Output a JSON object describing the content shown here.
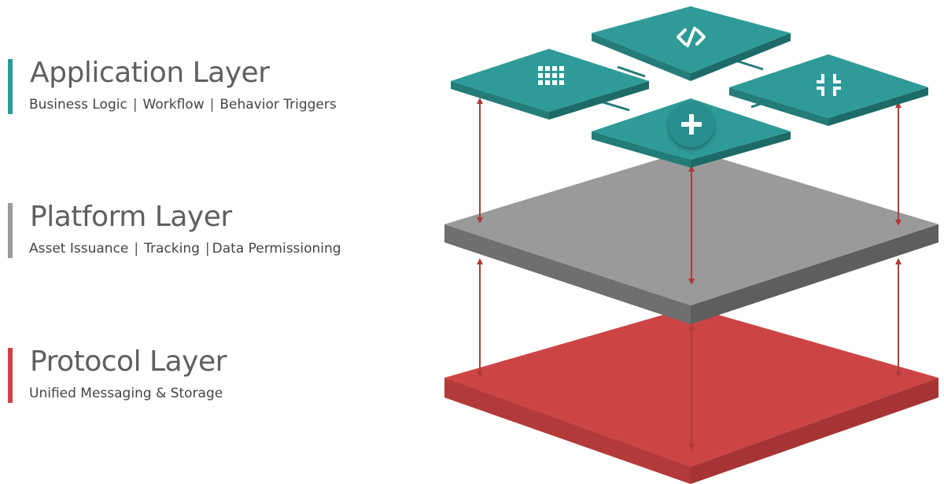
{
  "colors": {
    "application": "#2e9b98",
    "platform": "#9a9a9a",
    "protocol": "#cc4444",
    "arrow": "#b03a3a",
    "title_text": "#5f5f5f",
    "sub_text": "#444444"
  },
  "layers": [
    {
      "id": "application",
      "title": "Application Layer",
      "items": [
        "Business Logic",
        "Workflow",
        "Behavior Triggers"
      ]
    },
    {
      "id": "platform",
      "title": "Platform Layer",
      "items": [
        "Asset Issuance",
        "Tracking",
        "Data Permissioning"
      ]
    },
    {
      "id": "protocol",
      "title": "Protocol Layer",
      "items": [
        "Unified Messaging & Storage"
      ]
    }
  ],
  "tile_icons": [
    "slash-s-icon",
    "grid-icon",
    "compress-icon",
    "plus-icon"
  ],
  "separator": "|"
}
